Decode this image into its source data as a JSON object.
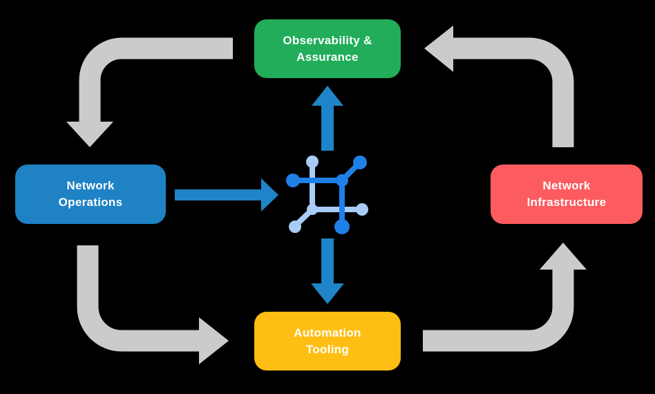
{
  "colors": {
    "background": "#000000",
    "arrow_gray": "#CBCBCB",
    "arrow_blue": "#1F85C8",
    "icon_blue": "#1F80E8",
    "icon_light_blue": "#A9CCF7",
    "node_green": "#21AD5A",
    "node_blue": "#1E82C4",
    "node_red": "#FC5C5F",
    "node_yellow": "#FEBE14",
    "text": "#FFFFFF"
  },
  "nodes": {
    "observability": {
      "label": "Observability &\nAssurance"
    },
    "operations": {
      "label": "Network\nOperations"
    },
    "infrastructure": {
      "label": "Network\nInfrastructure"
    },
    "automation": {
      "label": "Automation\nTooling"
    }
  },
  "icons": {
    "center": "network-mesh-icon"
  },
  "flow": [
    {
      "from": "observability",
      "to": "operations",
      "style": "gray"
    },
    {
      "from": "operations",
      "to": "automation",
      "style": "gray"
    },
    {
      "from": "automation",
      "to": "infrastructure",
      "style": "gray"
    },
    {
      "from": "infrastructure",
      "to": "observability",
      "style": "gray"
    },
    {
      "from": "operations",
      "to": "center",
      "style": "blue"
    },
    {
      "from": "center",
      "to": "observability",
      "style": "blue"
    },
    {
      "from": "center",
      "to": "automation",
      "style": "blue"
    }
  ]
}
